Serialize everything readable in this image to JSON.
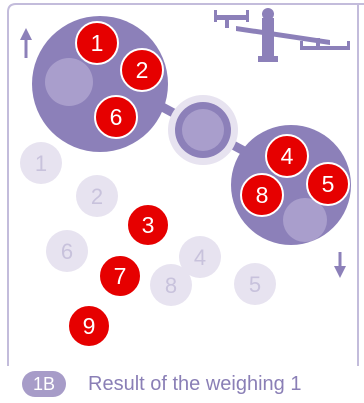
{
  "colors": {
    "frame": "#c3bcdb",
    "pan": "#8c80b9",
    "pan_inner": "#a99ecc",
    "red_coin": "#e60000",
    "faded_coin": "#e7e3f0",
    "faded_text": "#c8c2dc",
    "scale_icon": "#8c80b9",
    "caption_text": "#8a7fb6",
    "badge": "#a79cc8"
  },
  "icons": {
    "balance": "balance-scale-icon",
    "up": "arrow-up-icon",
    "down": "arrow-down-icon"
  },
  "left_pan": {
    "coins": [
      "1",
      "2",
      "6"
    ],
    "state": "up"
  },
  "right_pan": {
    "coins": [
      "4",
      "8",
      "5"
    ],
    "state": "down"
  },
  "red_pool": [
    "3",
    "7",
    "9"
  ],
  "faded_pool": [
    "1",
    "2",
    "6",
    "4",
    "8",
    "5"
  ],
  "caption": {
    "badge": "1B",
    "text": "Result of the weighing 1"
  }
}
